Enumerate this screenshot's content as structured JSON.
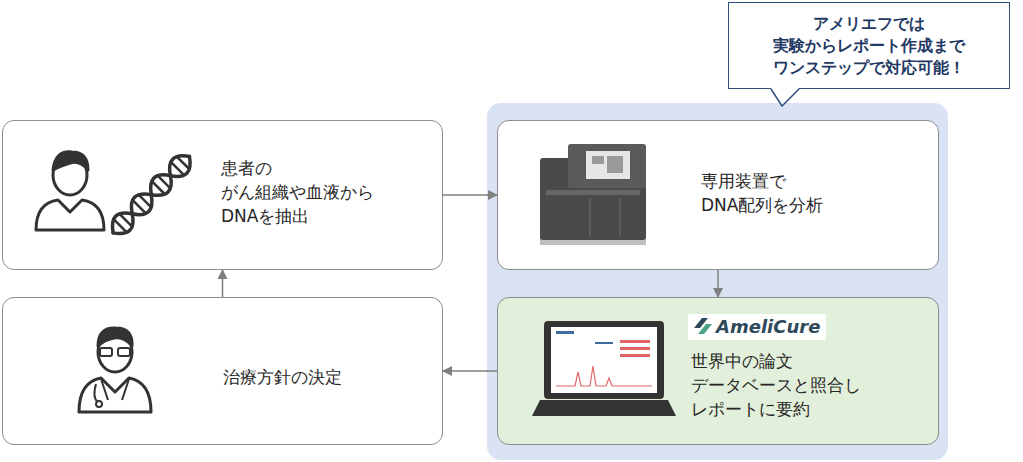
{
  "diagram": {
    "nodes": [
      {
        "text": [
          "アメリエフでは 実験からレポート作成まで ワンステップで対応可能！"
        ]
      },
      {
        "text": [
          "患者の がん組織や血液から DNAを抽出"
        ]
      },
      {
        "text": [
          "専用装置で DNA配列を分析"
        ]
      },
      {
        "text": [
          "AmeliCure",
          "世界中の論文 データベースと照合し レポートに要約"
        ]
      },
      {
        "text": [
          "治療方針の決定"
        ]
      }
    ],
    "edges": [
      {
        "from": 1,
        "to": 2,
        "arrow": "to"
      },
      {
        "from": 2,
        "to": 3,
        "arrow": "to"
      },
      {
        "from": 3,
        "to": 4,
        "arrow": "to"
      },
      {
        "from": 4,
        "to": 1,
        "arrow": "to"
      }
    ]
  }
}
